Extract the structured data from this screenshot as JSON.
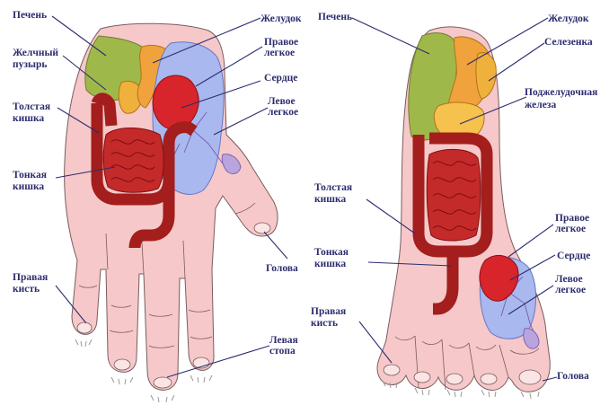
{
  "hand": {
    "labels": {
      "liver": "Печень",
      "gallbladder_line1": "Желчный",
      "gallbladder_line2": "пузырь",
      "large_intestine_line1": "Толстая",
      "large_intestine_line2": "кишка",
      "small_intestine_line1": "Тонкая",
      "small_intestine_line2": "кишка",
      "right_hand_line1": "Правая",
      "right_hand_line2": "кисть",
      "stomach": "Желудок",
      "right_lung_line1": "Правое",
      "right_lung_line2": "легкое",
      "heart": "Сердце",
      "left_lung_line1": "Левое",
      "left_lung_line2": "легкое",
      "head": "Голова",
      "left_foot_line1": "Левая",
      "left_foot_line2": "стопа"
    }
  },
  "foot": {
    "labels": {
      "liver": "Печень",
      "stomach": "Желудок",
      "spleen": "Селезенка",
      "pancreas_line1": "Поджелудочная",
      "pancreas_line2": "железа",
      "large_intestine_line1": "Толстая",
      "large_intestine_line2": "кишка",
      "small_intestine_line1": "Тонкая",
      "small_intestine_line2": "кишка",
      "right_hand_line1": "Правая",
      "right_hand_line2": "кисть",
      "right_lung_line1": "Правое",
      "right_lung_line2": "легкое",
      "heart": "Сердце",
      "left_lung_line1": "Левое",
      "left_lung_line2": "легкое",
      "head": "Голова"
    }
  },
  "colors": {
    "skin": "#f6c8c9",
    "liver": "#9fb84a",
    "stomach": "#f0a23c",
    "lung": "#a9b8ef",
    "heart": "#d8242b",
    "intestine": "#a31e1c",
    "label_text": "#2b2c6e"
  }
}
